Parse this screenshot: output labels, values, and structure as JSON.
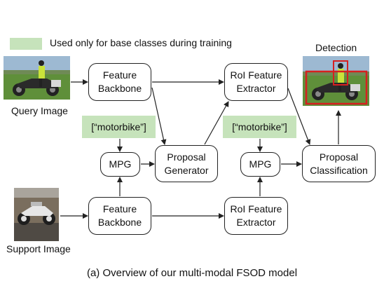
{
  "legend": {
    "text": "Used only for base classes during training",
    "color": "#c6e3bb"
  },
  "images": {
    "query": "Query Image",
    "support": "Support Image",
    "detection": "Detection"
  },
  "boxes": {
    "feature_backbone_top": "Feature\nBackbone",
    "feature_backbone_bottom": "Feature\nBackbone",
    "mpg_left": "MPG",
    "mpg_right": "MPG",
    "proposal_generator": "Proposal\nGenerator",
    "roi_extractor_top": "RoI Feature\nExtractor",
    "roi_extractor_bottom": "RoI Feature\nExtractor",
    "proposal_classification": "Proposal\nClassification"
  },
  "text_prompts": {
    "left": "[“motorbike”]",
    "right": "[“motorbike”]"
  },
  "caption": "(a) Overview of our multi-modal FSOD model",
  "colors": {
    "detection_box": "#d62020",
    "arrow": "#222222"
  }
}
